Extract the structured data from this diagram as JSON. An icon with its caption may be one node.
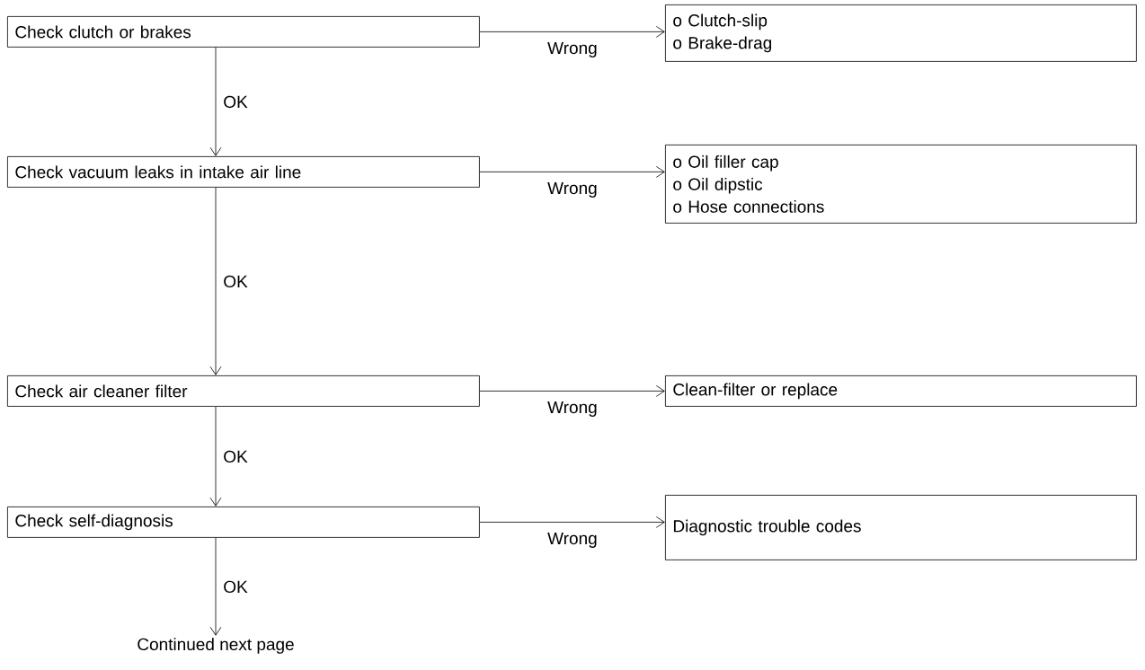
{
  "diagram": {
    "nodes": [
      {
        "text": [
          "Check clutch or brakes"
        ]
      },
      {
        "text": [
          "o Clutch-slip",
          "o Brake-drag"
        ]
      },
      {
        "text": [
          "Check vacuum leaks in intake air line"
        ]
      },
      {
        "text": [
          "o Oil filler cap",
          "o Oil dipstic",
          "o Hose connections"
        ]
      },
      {
        "text": [
          "Check air cleaner filter"
        ]
      },
      {
        "text": [
          "Clean-filter or replace"
        ]
      },
      {
        "text": [
          "Check self-diagnosis"
        ]
      },
      {
        "text": [
          "Diagnostic trouble codes"
        ]
      },
      {
        "text": [
          "Continued next page"
        ]
      }
    ],
    "edges": [
      {
        "from": 0,
        "to": 1,
        "arrow": "to",
        "label": "Wrong"
      },
      {
        "from": 0,
        "to": 2,
        "arrow": "to",
        "label": "OK"
      },
      {
        "from": 2,
        "to": 3,
        "arrow": "to",
        "label": "Wrong"
      },
      {
        "from": 2,
        "to": 4,
        "arrow": "to",
        "label": "OK"
      },
      {
        "from": 4,
        "to": 5,
        "arrow": "to",
        "label": "Wrong"
      },
      {
        "from": 4,
        "to": 6,
        "arrow": "to",
        "label": "OK"
      },
      {
        "from": 6,
        "to": 7,
        "arrow": "to",
        "label": "Wrong"
      },
      {
        "from": 6,
        "to": 8,
        "arrow": "to",
        "label": "OK"
      }
    ]
  }
}
